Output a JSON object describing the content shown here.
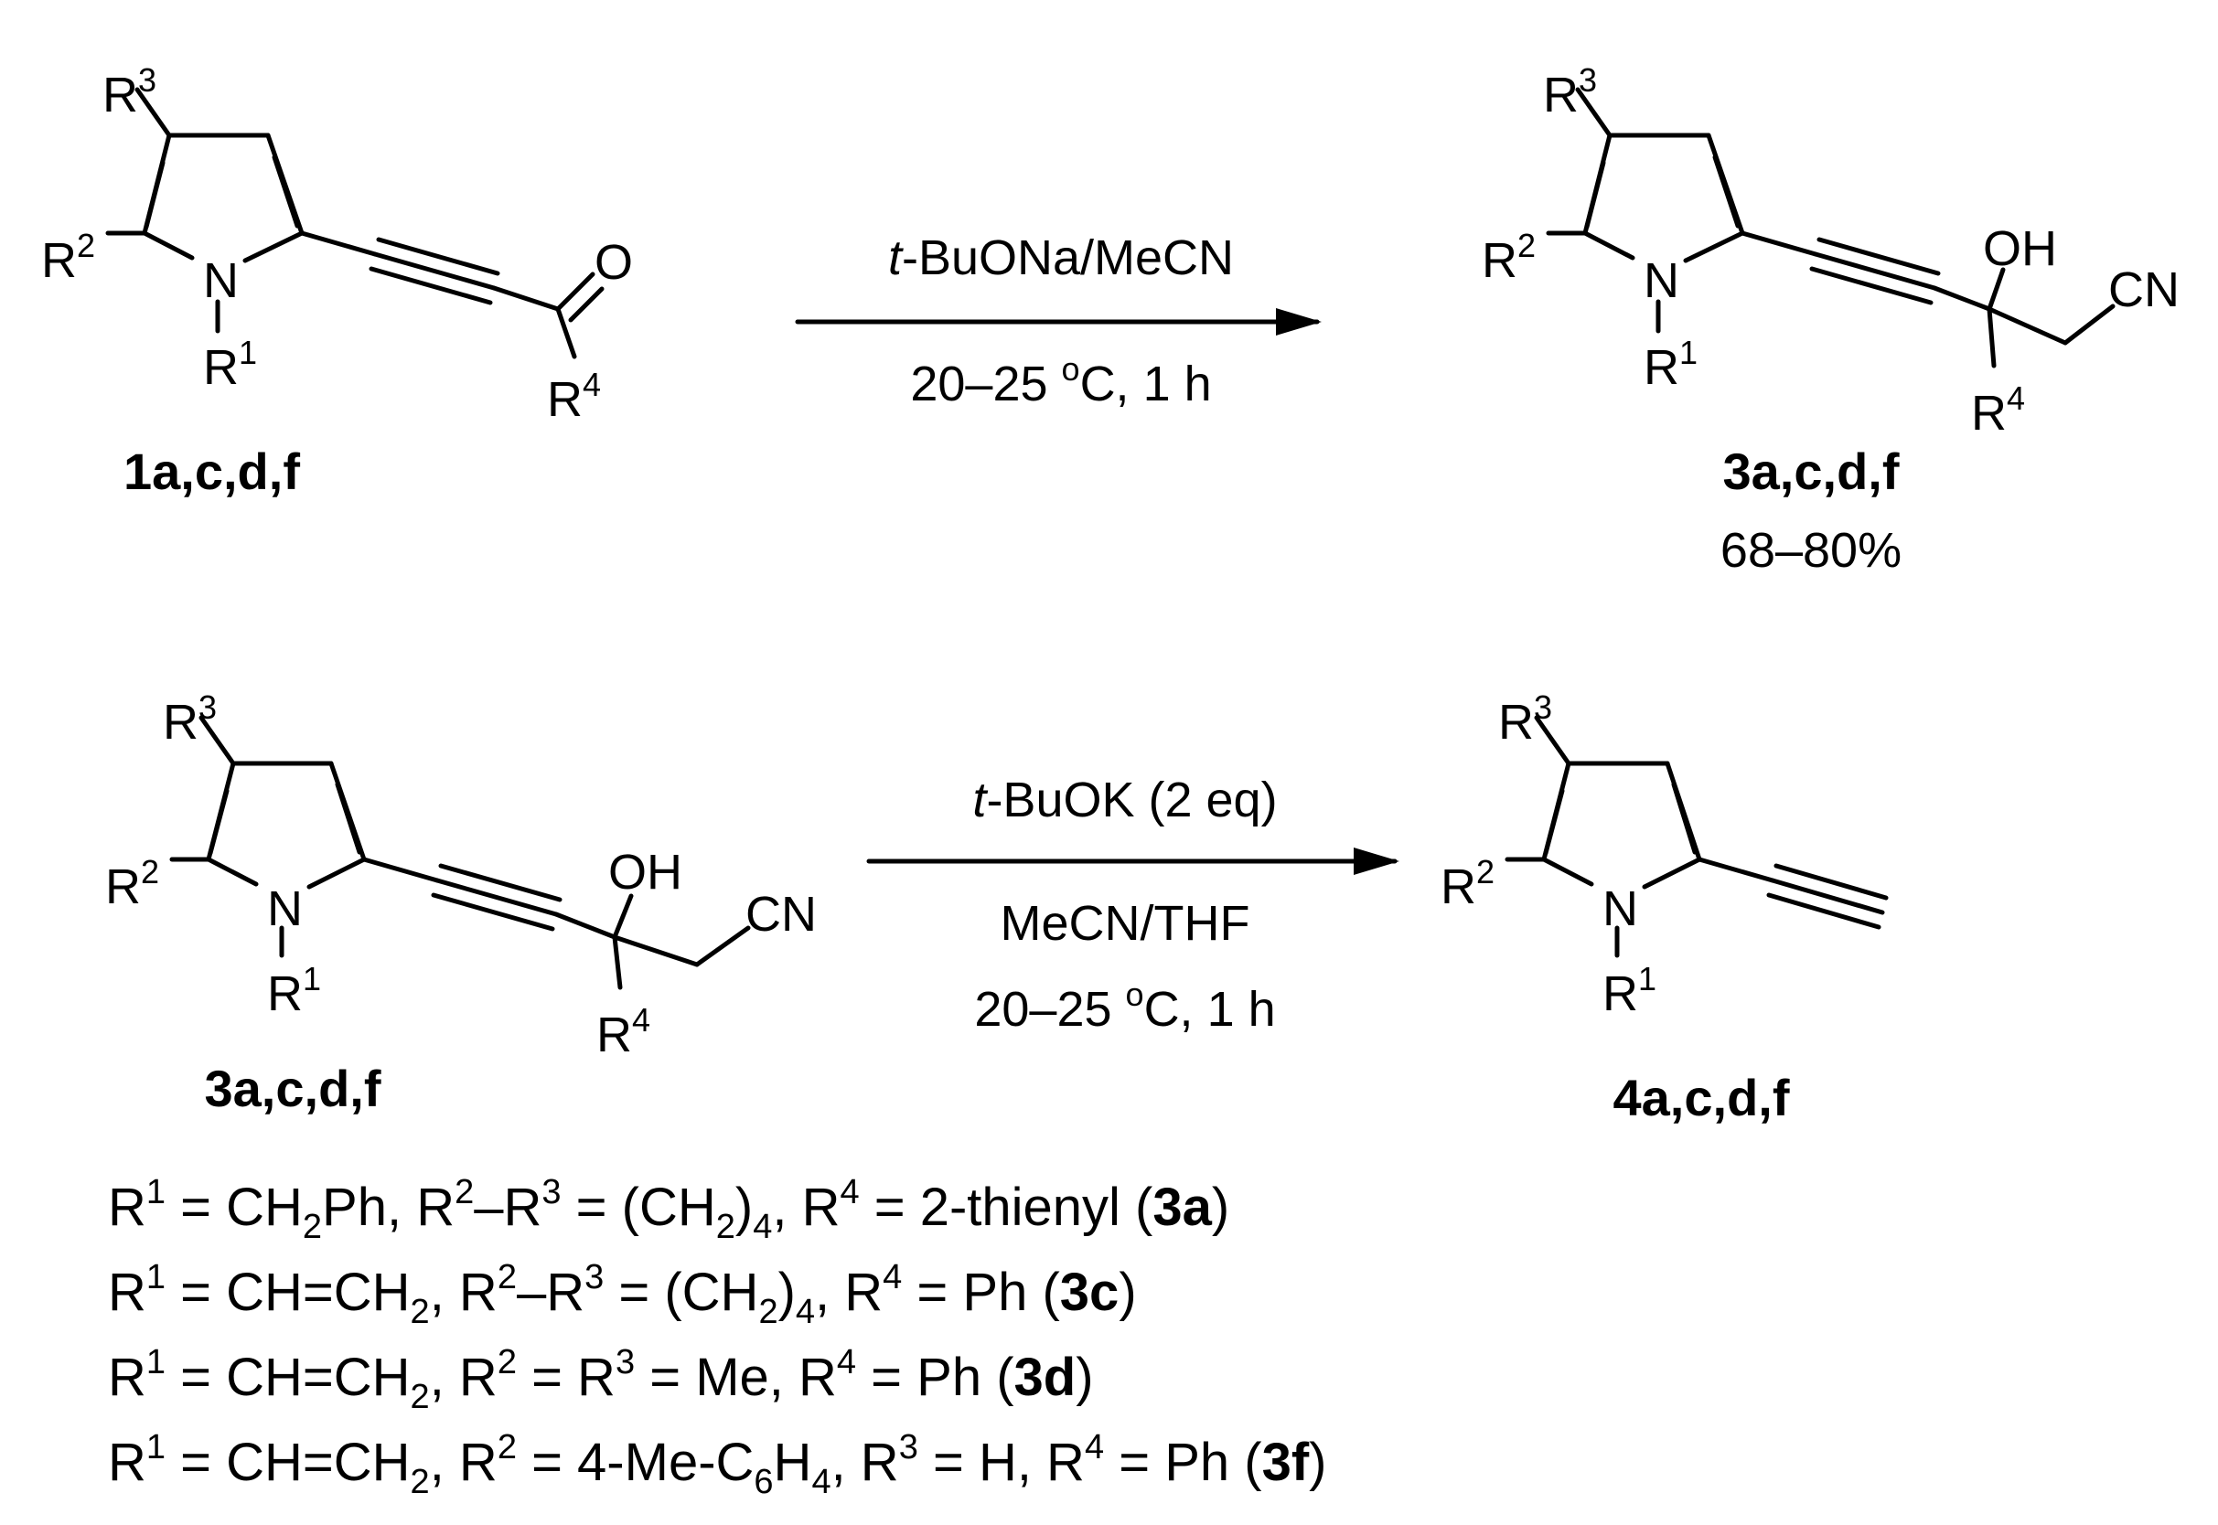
{
  "atoms": {
    "N": "N",
    "O": "O",
    "OH": "OH",
    "CN": "CN",
    "R": "R",
    "sup1": "1",
    "sup2": "2",
    "sup3": "3",
    "sup4": "4"
  },
  "compounds": {
    "c1": "1a,c,d,f",
    "c3_top": "3a,c,d,f",
    "c3_bottom": "3a,c,d,f",
    "c4": "4a,c,d,f"
  },
  "yield": "68–80%",
  "reaction1": {
    "reagent_italic": "t",
    "reagent_rest": "-BuONa/MeCN",
    "conditions": "20–25",
    "temp_sup": "o",
    "temp_rest": "C, 1 h"
  },
  "reaction2": {
    "reagent_italic": "t",
    "reagent_rest": "-BuOK  (2 eq)",
    "solvent": "MeCN/THF",
    "conditions": "20–25",
    "temp_sup": "o",
    "temp_rest": "C, 1 h"
  },
  "legend": [
    {
      "parts": [
        {
          "t": "R"
        },
        {
          "t": "1",
          "s": "sup"
        },
        {
          "t": " = CH"
        },
        {
          "t": "2",
          "s": "sub"
        },
        {
          "t": "Ph, R"
        },
        {
          "t": "2",
          "s": "sup"
        },
        {
          "t": "–R"
        },
        {
          "t": "3",
          "s": "sup"
        },
        {
          "t": " = (CH"
        },
        {
          "t": "2",
          "s": "sub"
        },
        {
          "t": ")"
        },
        {
          "t": "4",
          "s": "sub"
        },
        {
          "t": ", R"
        },
        {
          "t": "4",
          "s": "sup"
        },
        {
          "t": " = 2-thienyl ("
        },
        {
          "t": "3a",
          "s": "b"
        },
        {
          "t": ")"
        }
      ]
    },
    {
      "parts": [
        {
          "t": "R"
        },
        {
          "t": "1",
          "s": "sup"
        },
        {
          "t": " = CH=CH"
        },
        {
          "t": "2",
          "s": "sub"
        },
        {
          "t": ", R"
        },
        {
          "t": "2",
          "s": "sup"
        },
        {
          "t": "–R"
        },
        {
          "t": "3",
          "s": "sup"
        },
        {
          "t": " = (CH"
        },
        {
          "t": "2",
          "s": "sub"
        },
        {
          "t": ")"
        },
        {
          "t": "4",
          "s": "sub"
        },
        {
          "t": ", R"
        },
        {
          "t": "4",
          "s": "sup"
        },
        {
          "t": " = Ph ("
        },
        {
          "t": "3c",
          "s": "b"
        },
        {
          "t": ")"
        }
      ]
    },
    {
      "parts": [
        {
          "t": "R"
        },
        {
          "t": "1",
          "s": "sup"
        },
        {
          "t": " = CH=CH"
        },
        {
          "t": "2",
          "s": "sub"
        },
        {
          "t": ", R"
        },
        {
          "t": "2",
          "s": "sup"
        },
        {
          "t": " = R"
        },
        {
          "t": "3",
          "s": "sup"
        },
        {
          "t": " = Me, R"
        },
        {
          "t": "4",
          "s": "sup"
        },
        {
          "t": " = Ph ("
        },
        {
          "t": "3d",
          "s": "b"
        },
        {
          "t": ")"
        }
      ]
    },
    {
      "parts": [
        {
          "t": "R"
        },
        {
          "t": "1",
          "s": "sup"
        },
        {
          "t": " = CH=CH"
        },
        {
          "t": "2",
          "s": "sub"
        },
        {
          "t": ", R"
        },
        {
          "t": "2",
          "s": "sup"
        },
        {
          "t": " = 4-Me-C"
        },
        {
          "t": "6",
          "s": "sub"
        },
        {
          "t": "H"
        },
        {
          "t": "4",
          "s": "sub"
        },
        {
          "t": ", R"
        },
        {
          "t": "3",
          "s": "sup"
        },
        {
          "t": " = H, R"
        },
        {
          "t": "4",
          "s": "sup"
        },
        {
          "t": " = Ph ("
        },
        {
          "t": "3f",
          "s": "b"
        },
        {
          "t": ")"
        }
      ]
    }
  ]
}
